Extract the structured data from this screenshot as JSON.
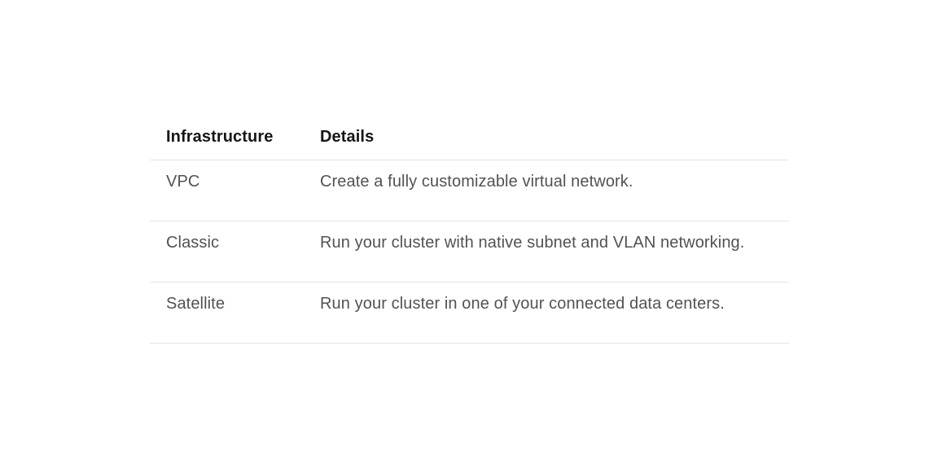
{
  "table": {
    "columns": {
      "infrastructure_label": "Infrastructure",
      "details_label": "Details"
    },
    "rows": [
      {
        "infrastructure": "VPC",
        "details": "Create a fully customizable virtual network."
      },
      {
        "infrastructure": "Classic",
        "details": "Run your cluster with native subnet and VLAN networking."
      },
      {
        "infrastructure": "Satellite",
        "details": "Run your cluster in one of your connected data centers."
      }
    ]
  },
  "colors": {
    "background": "#ffffff",
    "header_text": "#161616",
    "body_text": "#525252",
    "divider": "#e4e4e4"
  }
}
